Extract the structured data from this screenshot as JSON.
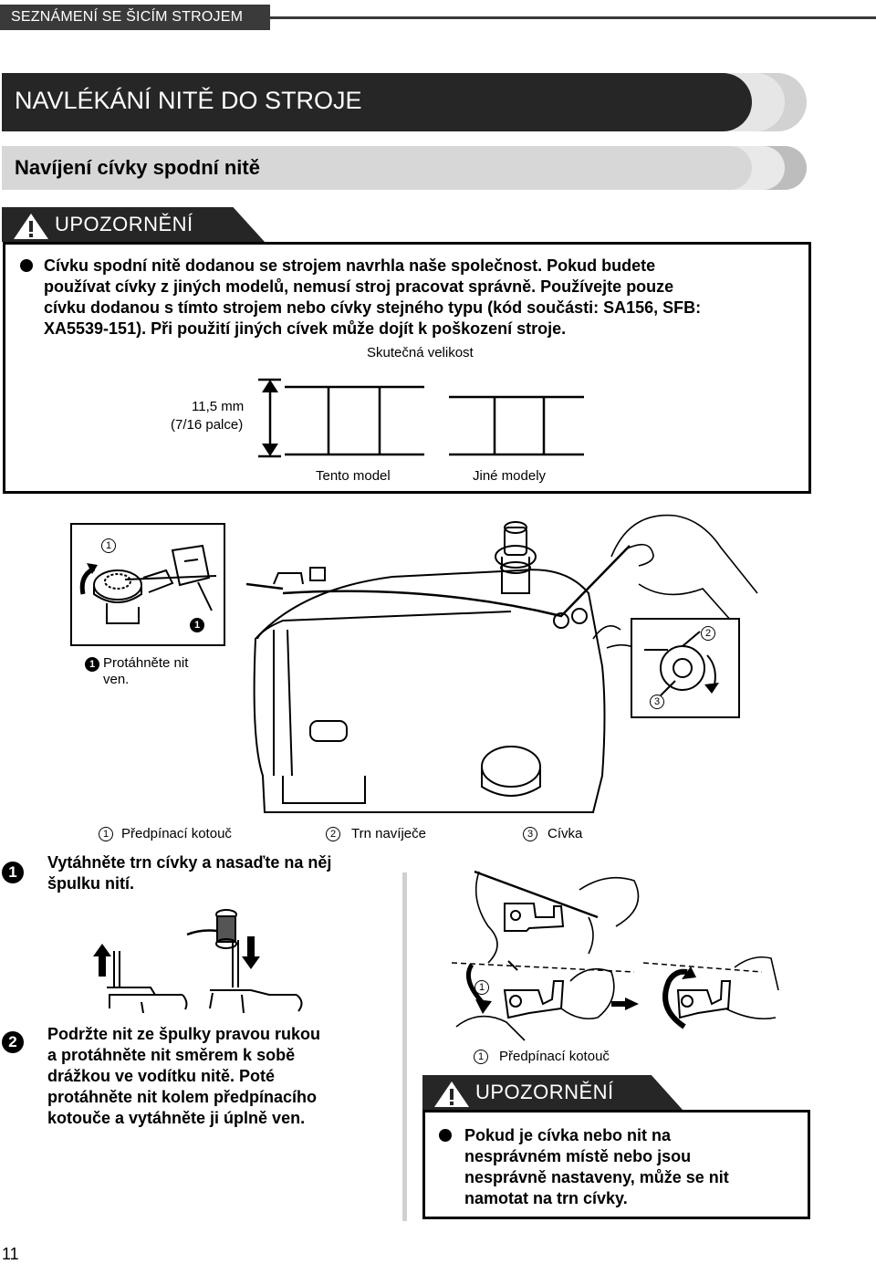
{
  "header": {
    "section": "SEZNÁMENÍ SE ŠICÍM STROJEM"
  },
  "title": "NAVLÉKÁNÍ NITĚ DO STROJE",
  "subtitle": "Navíjení cívky spodní nitě",
  "caution1": {
    "label": "UPOZORNĚNÍ",
    "lines": [
      "Cívku spodní nitě dodanou se strojem navrhla naše společnost. Pokud budete",
      "používat cívky z jiných modelů, nemusí stroj pracovat správně. Používejte pouze",
      "cívku dodanou s tímto strojem nebo cívky stejného typu (kód součásti: SA156, SFB:",
      "XA5539-151). Při použití jiných cívek může dojít k poškození stroje."
    ],
    "actual_size": "Skutečná velikost",
    "dim_line1": "11,5 mm",
    "dim_line2": "(7/16 palce)",
    "this_model": "Tento model",
    "other_models": "Jiné modely"
  },
  "machine_fig": {
    "inset_num": "1",
    "callout": "1",
    "pull_text_1": "Protáhněte nit",
    "pull_text_2": "ven.",
    "spindle_inset_a": "2",
    "spindle_inset_b": "3"
  },
  "legend": [
    {
      "num": "1",
      "label": "Předpínací kotouč"
    },
    {
      "num": "2",
      "label": "Trn navíječe"
    },
    {
      "num": "3",
      "label": "Cívka"
    }
  ],
  "step1": {
    "num": "1",
    "line1": "Vytáhněte trn cívky a nasaďte na něj",
    "line2": "špulku nití."
  },
  "step2": {
    "num": "2",
    "lines": [
      "Podržte nit ze špulky pravou rukou",
      "a protáhněte nit směrem k sobě",
      "drážkou ve vodítku nitě. Poté",
      "protáhněte nit kolem předpínacího",
      "kotouče a vytáhněte ji úplně ven."
    ]
  },
  "right_fig": {
    "num": "1",
    "caption_num": "1",
    "caption": "Předpínací kotouč"
  },
  "caution2": {
    "label": "UPOZORNĚNÍ",
    "lines": [
      "Pokud je cívka nebo nit na",
      "nesprávném místě nebo jsou",
      "nesprávně nastaveny, může se nit",
      "namotat na trn cívky."
    ]
  },
  "page_number": "11"
}
